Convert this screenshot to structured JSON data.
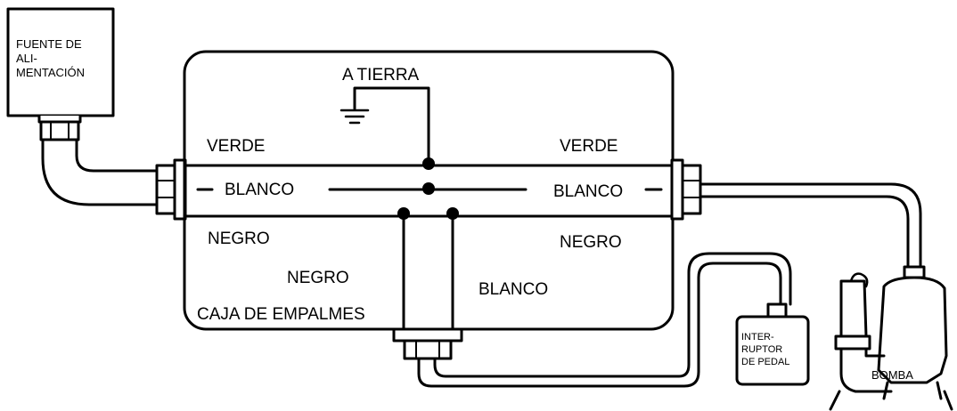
{
  "power_supply": {
    "line1": "FUENTE DE",
    "line2": "ALI-",
    "line3": "MENTACIÓN"
  },
  "ground_label": "A TIERRA",
  "wires": {
    "left_green": "VERDE",
    "left_white": "BLANCO",
    "left_black": "NEGRO",
    "right_green": "VERDE",
    "right_white": "BLANCO",
    "right_black": "NEGRO",
    "switch_black": "NEGRO",
    "switch_white": "BLANCO"
  },
  "junction_box_label": "CAJA DE EMPALMES",
  "foot_switch": {
    "line1": "INTER-",
    "line2": "RUPTOR",
    "line3": "DE PEDAL"
  },
  "pump_label": "BOMBA"
}
